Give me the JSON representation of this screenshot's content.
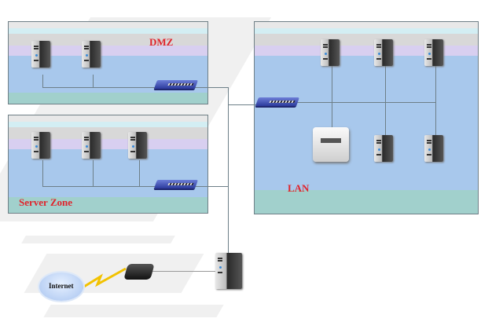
{
  "zones": {
    "dmz": {
      "label": "DMZ"
    },
    "server_zone": {
      "label": "Server Zone"
    },
    "lan": {
      "label": "LAN"
    }
  },
  "internet": {
    "label": "Internet"
  },
  "colors": {
    "zone_label": "#e0242c",
    "zone_fill": "#a8c8ec",
    "switch": "#3a4ab0",
    "lightning": "#f2c200"
  }
}
